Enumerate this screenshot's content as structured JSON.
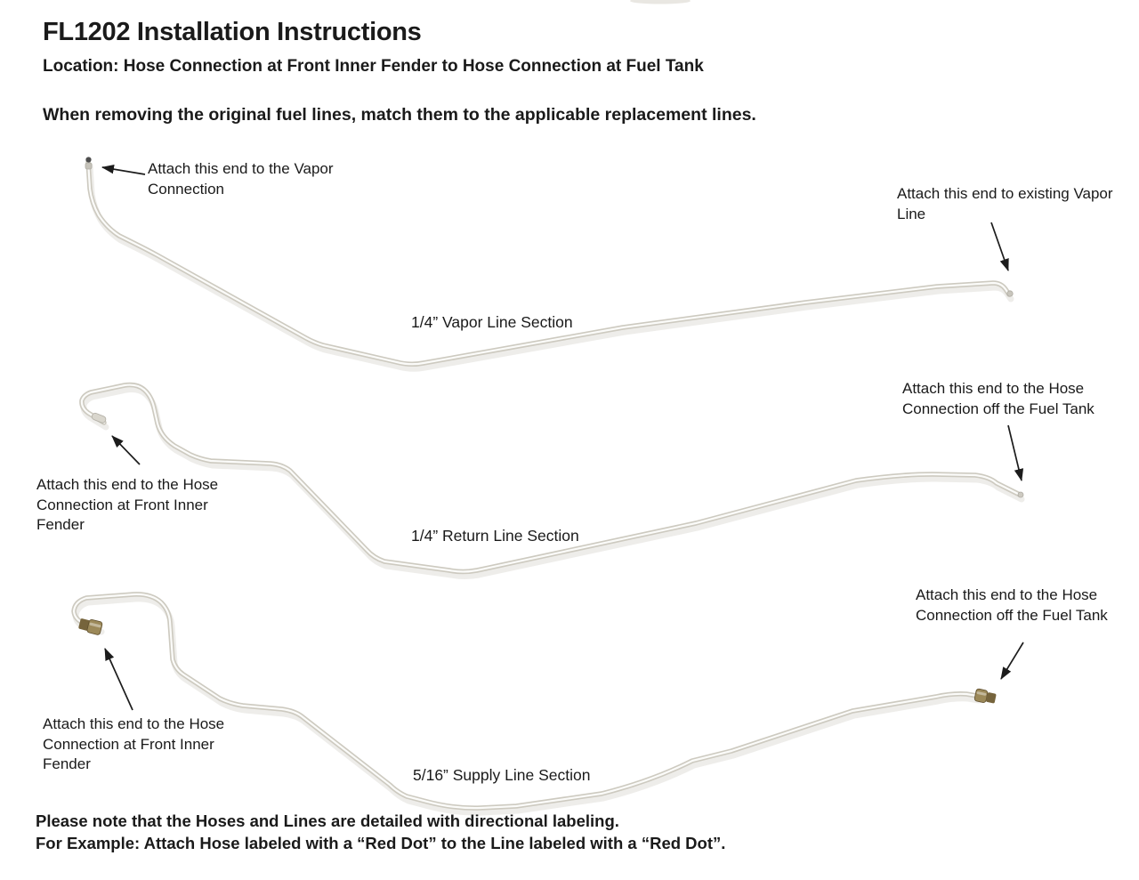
{
  "header": {
    "title": "FL1202 Installation Instructions",
    "location": "Location: Hose Connection at Front Inner Fender to Hose Connection at Fuel Tank",
    "intro": "When removing the original fuel lines, match them to the applicable replacement lines."
  },
  "diagrams": [
    {
      "name": "vapor-line",
      "label": "1/4” Vapor Line Section",
      "left_callout": "Attach this end to the Vapor\nConnection",
      "right_callout": "Attach this end to existing Vapor\nLine"
    },
    {
      "name": "return-line",
      "label": "1/4” Return Line Section",
      "left_callout": "Attach this end to the Hose\nConnection at Front Inner\nFender",
      "right_callout": "Attach this end to the Hose\nConnection off the Fuel Tank"
    },
    {
      "name": "supply-line",
      "label": "5/16” Supply Line Section",
      "left_callout": "Attach this end to the Hose\nConnection at Front Inner\nFender",
      "right_callout": "Attach this end to the Hose\nConnection off the Fuel Tank"
    }
  ],
  "footer": {
    "note_line1": "Please note that the Hoses and Lines are detailed with directional labeling.",
    "note_line2": "For Example: Attach Hose labeled with a “Red Dot” to the Line labeled with a “Red Dot”."
  },
  "colors": {
    "ink": "#1c1c1c",
    "tube_outer": "#cdcac0",
    "tube_core": "#fbfbf9",
    "tube_shadow": "rgba(122,114,94,0.13)",
    "fitting_brass": "#9c8959",
    "fitting_brass_dark": "#76643c",
    "steel_tip": "#cdcac1"
  }
}
